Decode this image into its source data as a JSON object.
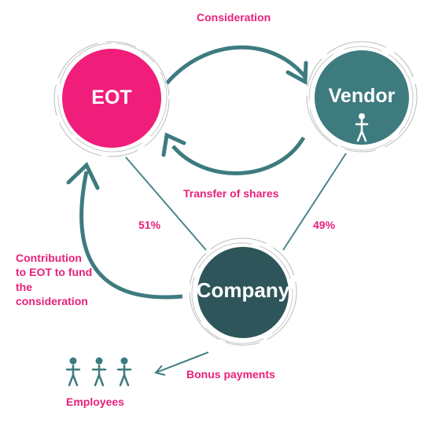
{
  "nodes": {
    "eot": {
      "label": "EOT",
      "color": "#f01e7a"
    },
    "vendor": {
      "label": "Vendor",
      "color": "#3d7b7f"
    },
    "company": {
      "label": "Company",
      "color": "#2e5559"
    }
  },
  "edges": {
    "consideration": "Consideration",
    "transfer": "Transfer of shares",
    "eot_share": "51%",
    "vendor_share": "49%",
    "contribution": [
      "Contribution",
      "to EOT to fund",
      "the",
      "consideration"
    ],
    "bonus": "Bonus payments"
  },
  "employees": {
    "label": "Employees",
    "count": 3
  },
  "colors": {
    "accent_text": "#e8207a",
    "arrow": "#3d7b7f",
    "connector": "#4c8589",
    "ring": "#b9bcbd"
  }
}
